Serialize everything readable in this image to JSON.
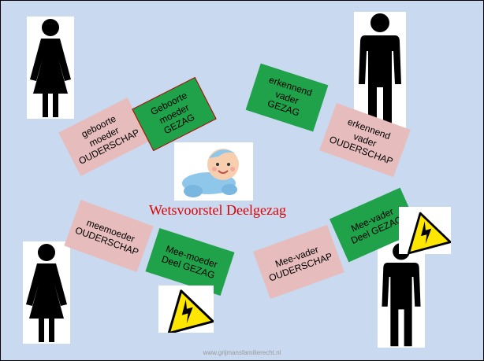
{
  "cards": {
    "geboorte_moeder_ouderschap": "geboorte\nmoeder\nOUDERSCHAP",
    "geboorte_moeder_gezag": "Geboorte\nmoeder\nGEZAG",
    "erkennend_vader_gezag": "erkennend\nvader\nGEZAG",
    "erkennend_vader_ouderschap": "erkennend\nvader\nOUDERSCHAP",
    "meemoeder_ouderschap": "meemoeder\nOUDERSCHAP",
    "mee_moeder_deel_gezag": "Mee-moeder\nDeel GEZAG",
    "mee_vader_ouderschap": "Mee-vader\nOUDERSCHAP",
    "mee_vader_deel_gezag": "Mee-vader\nDeel GEZAG"
  },
  "title": "Wetsvoorstel Deelgezag",
  "footer": "www.grijmansfamilierecht.nl",
  "colors": {
    "background": "#c9d9ef",
    "pink_card": "#e7bcbc",
    "green_card": "#1fa24a",
    "title_text": "#e00000",
    "warning_yellow": "#ffe600"
  },
  "icons": [
    "woman-icon",
    "man-icon",
    "baby-icon",
    "high-voltage-warning-icon"
  ]
}
